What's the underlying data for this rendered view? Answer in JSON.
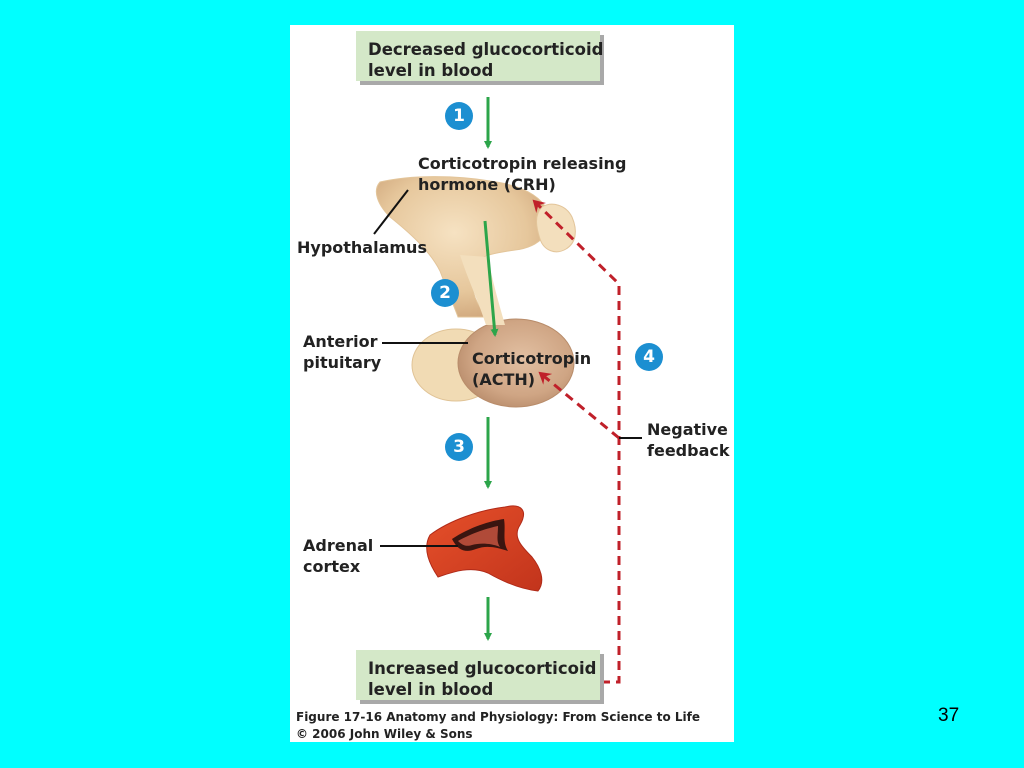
{
  "slide": {
    "background_color": "#00ffff",
    "page_number": "37"
  },
  "diagram": {
    "top_box": {
      "line1": "Decreased glucocorticoid",
      "line2": "level in blood"
    },
    "bottom_box": {
      "line1": "Increased glucocorticoid",
      "line2": "level in blood"
    },
    "crh": {
      "line1": "Corticotropin releasing",
      "line2": "hormone (CRH)"
    },
    "acth": {
      "line1": "Corticotropin",
      "line2": "(ACTH)"
    },
    "hypothalamus_label": "Hypothalamus",
    "anterior_pituitary": {
      "line1": "Anterior",
      "line2": "pituitary"
    },
    "adrenal_cortex": {
      "line1": "Adrenal",
      "line2": "cortex"
    },
    "negative_feedback": {
      "line1": "Negative",
      "line2": "feedback"
    },
    "steps": [
      "1",
      "2",
      "3",
      "4"
    ],
    "colors": {
      "box_fill": "#d4e8c8",
      "step_badge": "#1c8fd1",
      "stimulus_arrow": "#2ca54a",
      "feedback_arrow": "#c0202a"
    }
  },
  "caption": {
    "line1": "Figure 17-16  Anatomy and Physiology: From Science to Life",
    "line2": "© 2006 John Wiley & Sons"
  }
}
